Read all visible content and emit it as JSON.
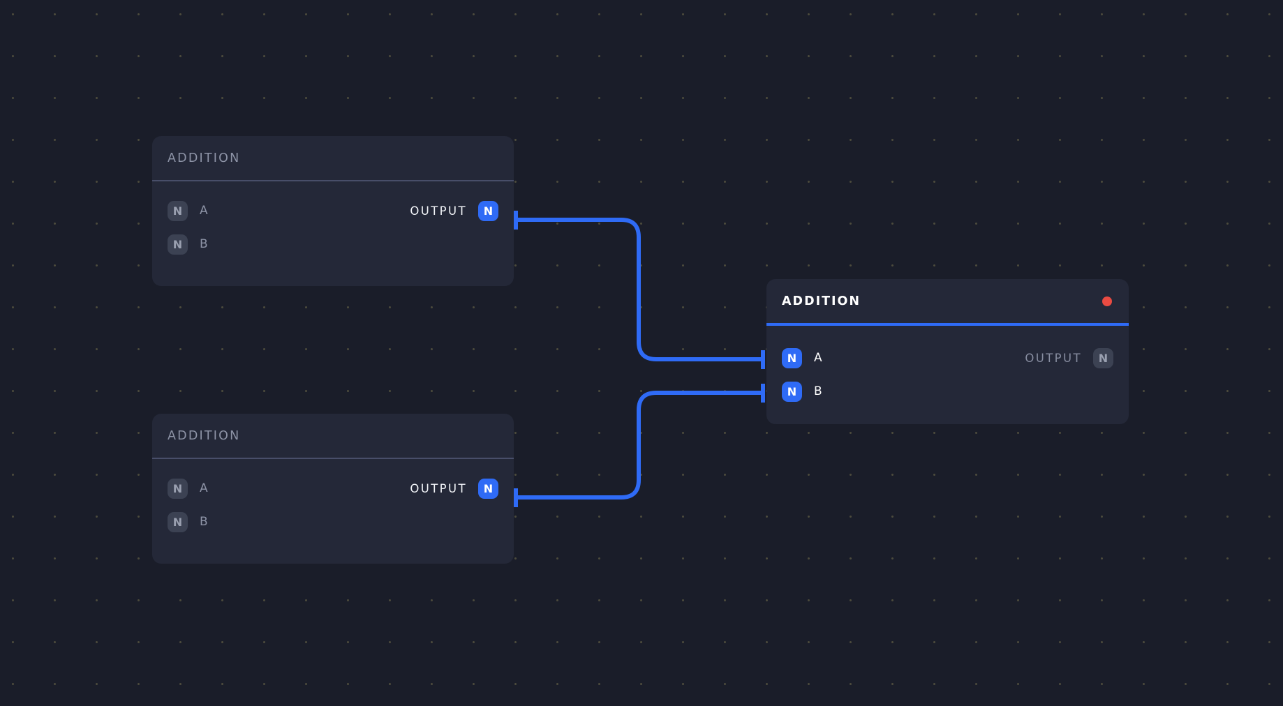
{
  "app": {
    "canvas_background": "#1a1d29",
    "grid_dot_color": "#4b4a3c",
    "accent_color": "#2f6bf6",
    "status_error_color": "#ea4b42",
    "node_background": "#242838",
    "inactive_badge_color": "#3c4253"
  },
  "nodes": [
    {
      "id": "node-1",
      "title": "ADDITION",
      "selected": false,
      "inputs": [
        {
          "badge": "N",
          "label": "A",
          "connected": false
        },
        {
          "badge": "N",
          "label": "B",
          "connected": false
        }
      ],
      "output": {
        "label": "OUTPUT",
        "badge": "N",
        "connected": true
      }
    },
    {
      "id": "node-2",
      "title": "ADDITION",
      "selected": false,
      "inputs": [
        {
          "badge": "N",
          "label": "A",
          "connected": false
        },
        {
          "badge": "N",
          "label": "B",
          "connected": false
        }
      ],
      "output": {
        "label": "OUTPUT",
        "badge": "N",
        "connected": true
      }
    },
    {
      "id": "node-3",
      "title": "ADDITION",
      "selected": true,
      "status_dot": "error-dot",
      "inputs": [
        {
          "badge": "N",
          "label": "A",
          "connected": true
        },
        {
          "badge": "N",
          "label": "B",
          "connected": true
        }
      ],
      "output": {
        "label": "OUTPUT",
        "badge": "N",
        "connected": false
      }
    }
  ],
  "edges": [
    {
      "id": "edge-1",
      "from": "node-1.output",
      "to": "node-3.input-a",
      "color": "#2f6bf6"
    },
    {
      "id": "edge-2",
      "from": "node-2.output",
      "to": "node-3.input-b",
      "color": "#2f6bf6"
    }
  ]
}
